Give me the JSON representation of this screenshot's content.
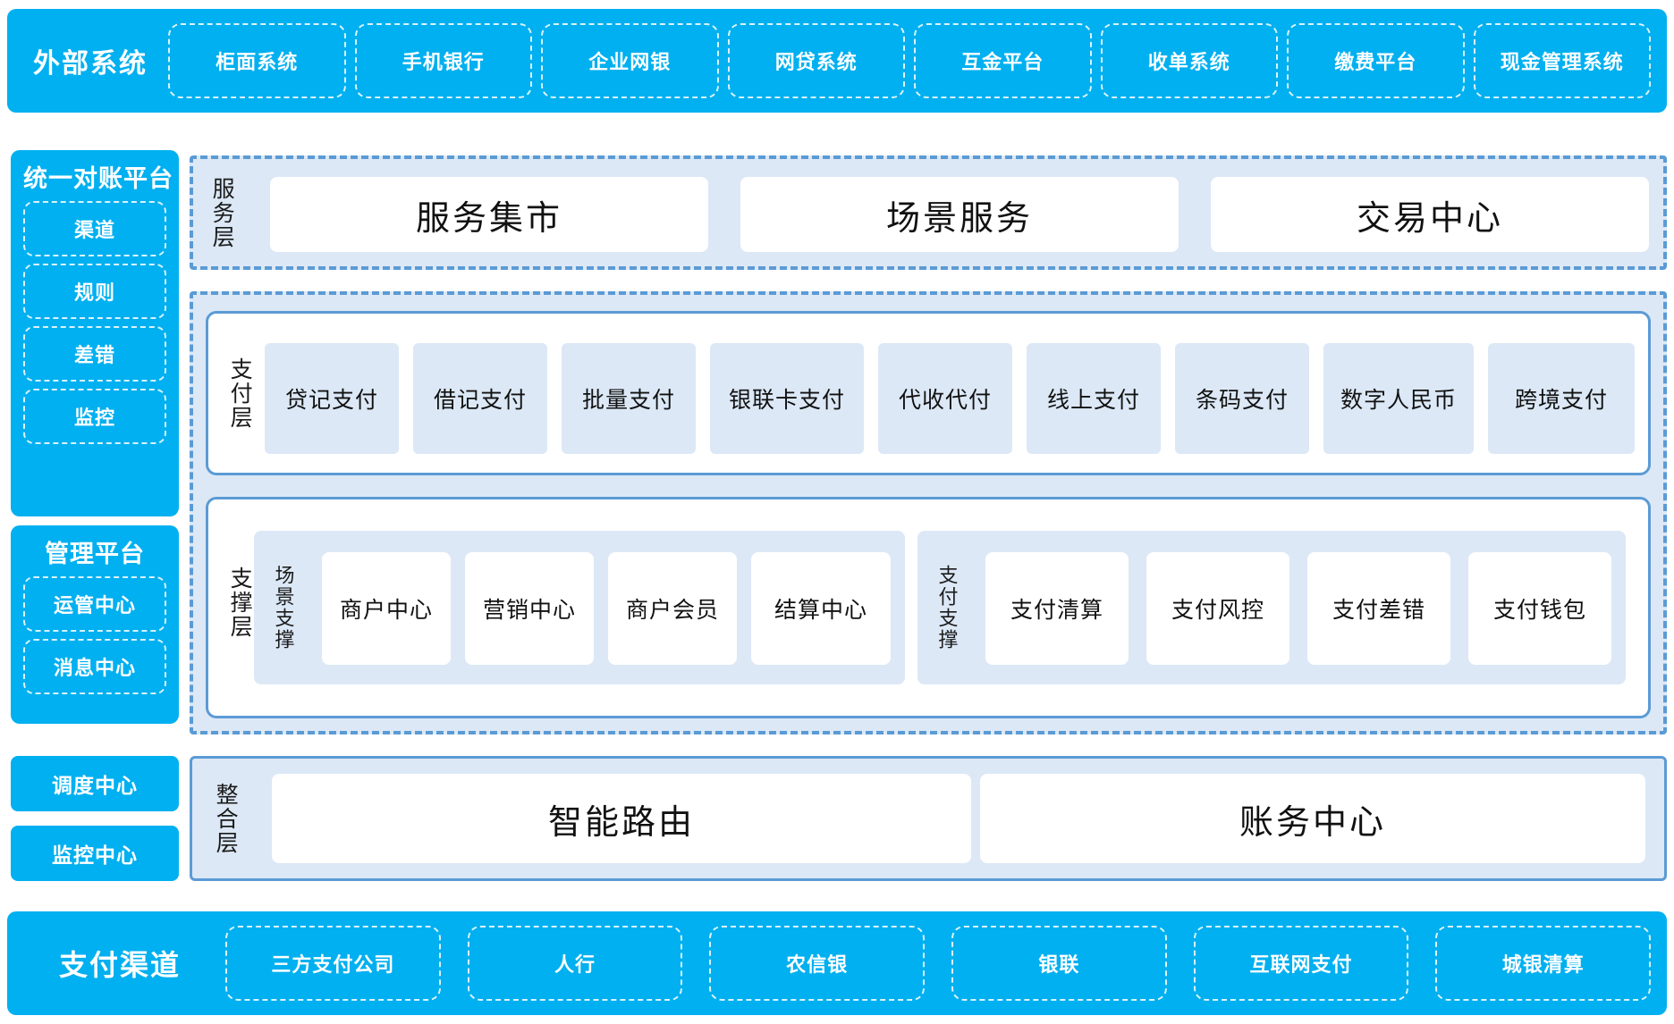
{
  "external_systems": {
    "title": "外部系统",
    "items": [
      "柜面系统",
      "手机银行",
      "企业网银",
      "网贷系统",
      "互金平台",
      "收单系统",
      "缴费平台",
      "现金管理系统"
    ]
  },
  "sidebar": {
    "reconciliation_platform": {
      "title": "统一对账平台",
      "items": [
        "渠道",
        "规则",
        "差错",
        "监控"
      ]
    },
    "management_platform": {
      "title": "管理平台",
      "items": [
        "运管中心",
        "消息中心"
      ]
    },
    "standalone": [
      "调度中心",
      "监控中心"
    ]
  },
  "service_layer": {
    "label": "服务层",
    "items": [
      "服务集市",
      "场景服务",
      "交易中心"
    ]
  },
  "payment_layer": {
    "label": "支付层",
    "items": [
      "贷记支付",
      "借记支付",
      "批量支付",
      "银联卡支付",
      "代收代付",
      "线上支付",
      "条码支付",
      "数字人民币",
      "跨境支付"
    ]
  },
  "support_layer": {
    "label": "支撑层",
    "groups": [
      {
        "label": "场景支撑",
        "items": [
          "商户中心",
          "营销中心",
          "商户会员",
          "结算中心"
        ]
      },
      {
        "label": "支付支撑",
        "items": [
          "支付清算",
          "支付风控",
          "支付差错",
          "支付钱包"
        ]
      }
    ]
  },
  "integration_layer": {
    "label": "整合层",
    "items": [
      "智能路由",
      "账务中心"
    ]
  },
  "payment_channels": {
    "title": "支付渠道",
    "items": [
      "三方支付公司",
      "人行",
      "农信银",
      "银联",
      "互联网支付",
      "城银清算"
    ]
  },
  "colors": {
    "brand_blue": "#00b0f0",
    "panel_border": "#5b9bd5",
    "panel_fill": "#dce8f6",
    "white": "#ffffff"
  }
}
